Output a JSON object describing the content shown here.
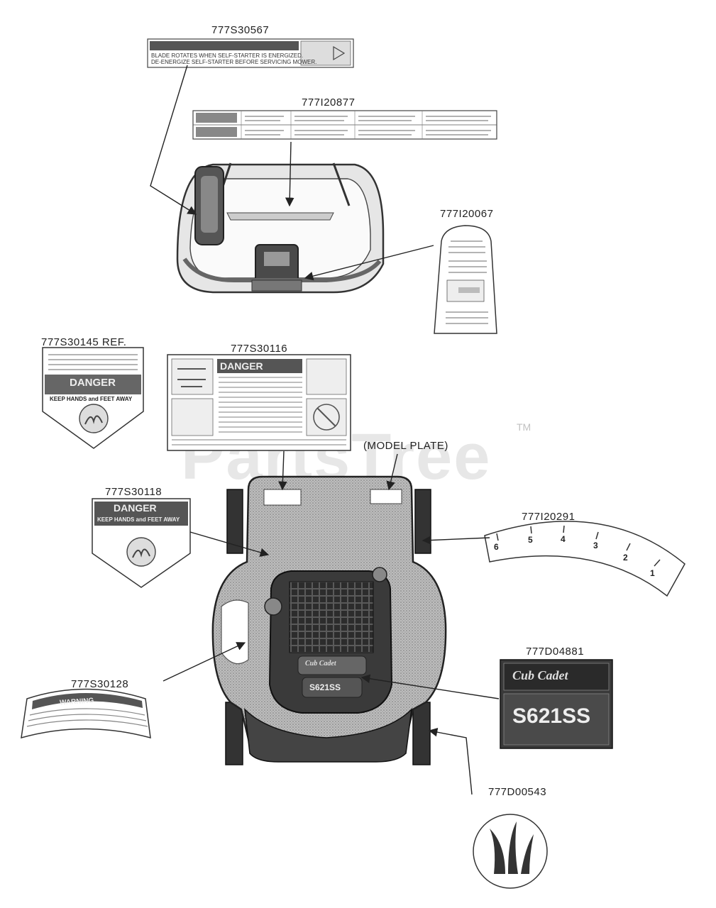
{
  "part_labels": {
    "p1": "777S30567",
    "p2": "777I20877",
    "p3": "777I20067",
    "p4": "777S30145 REF.",
    "p5": "777S30116",
    "p6": "(MODEL PLATE)",
    "p7": "777S30118",
    "p8": "777I20291",
    "p9": "777D04881",
    "p10": "777S30128",
    "p11": "777D00543"
  },
  "decals": {
    "warning_567_line1": "BLADE ROTATES WHEN SELF-STARTER IS ENERGIZED.",
    "warning_567_line2": "DE-ENERGIZE SELF-STARTER BEFORE SERVICING MOWER.",
    "danger_title": "DANGER",
    "keep_hands": "KEEP HANDS and FEET AWAY",
    "warning_title": "WARNING",
    "brand": "Cub Cadet",
    "model": "S621SS",
    "height_marks": [
      "6",
      "5",
      "4",
      "3",
      "2",
      "1"
    ]
  },
  "watermark": "PartsTree",
  "trademark": "TM",
  "colors": {
    "ink": "#222222",
    "decal_dark": "#3a3a3a",
    "watermark": "#aaaaaa"
  }
}
